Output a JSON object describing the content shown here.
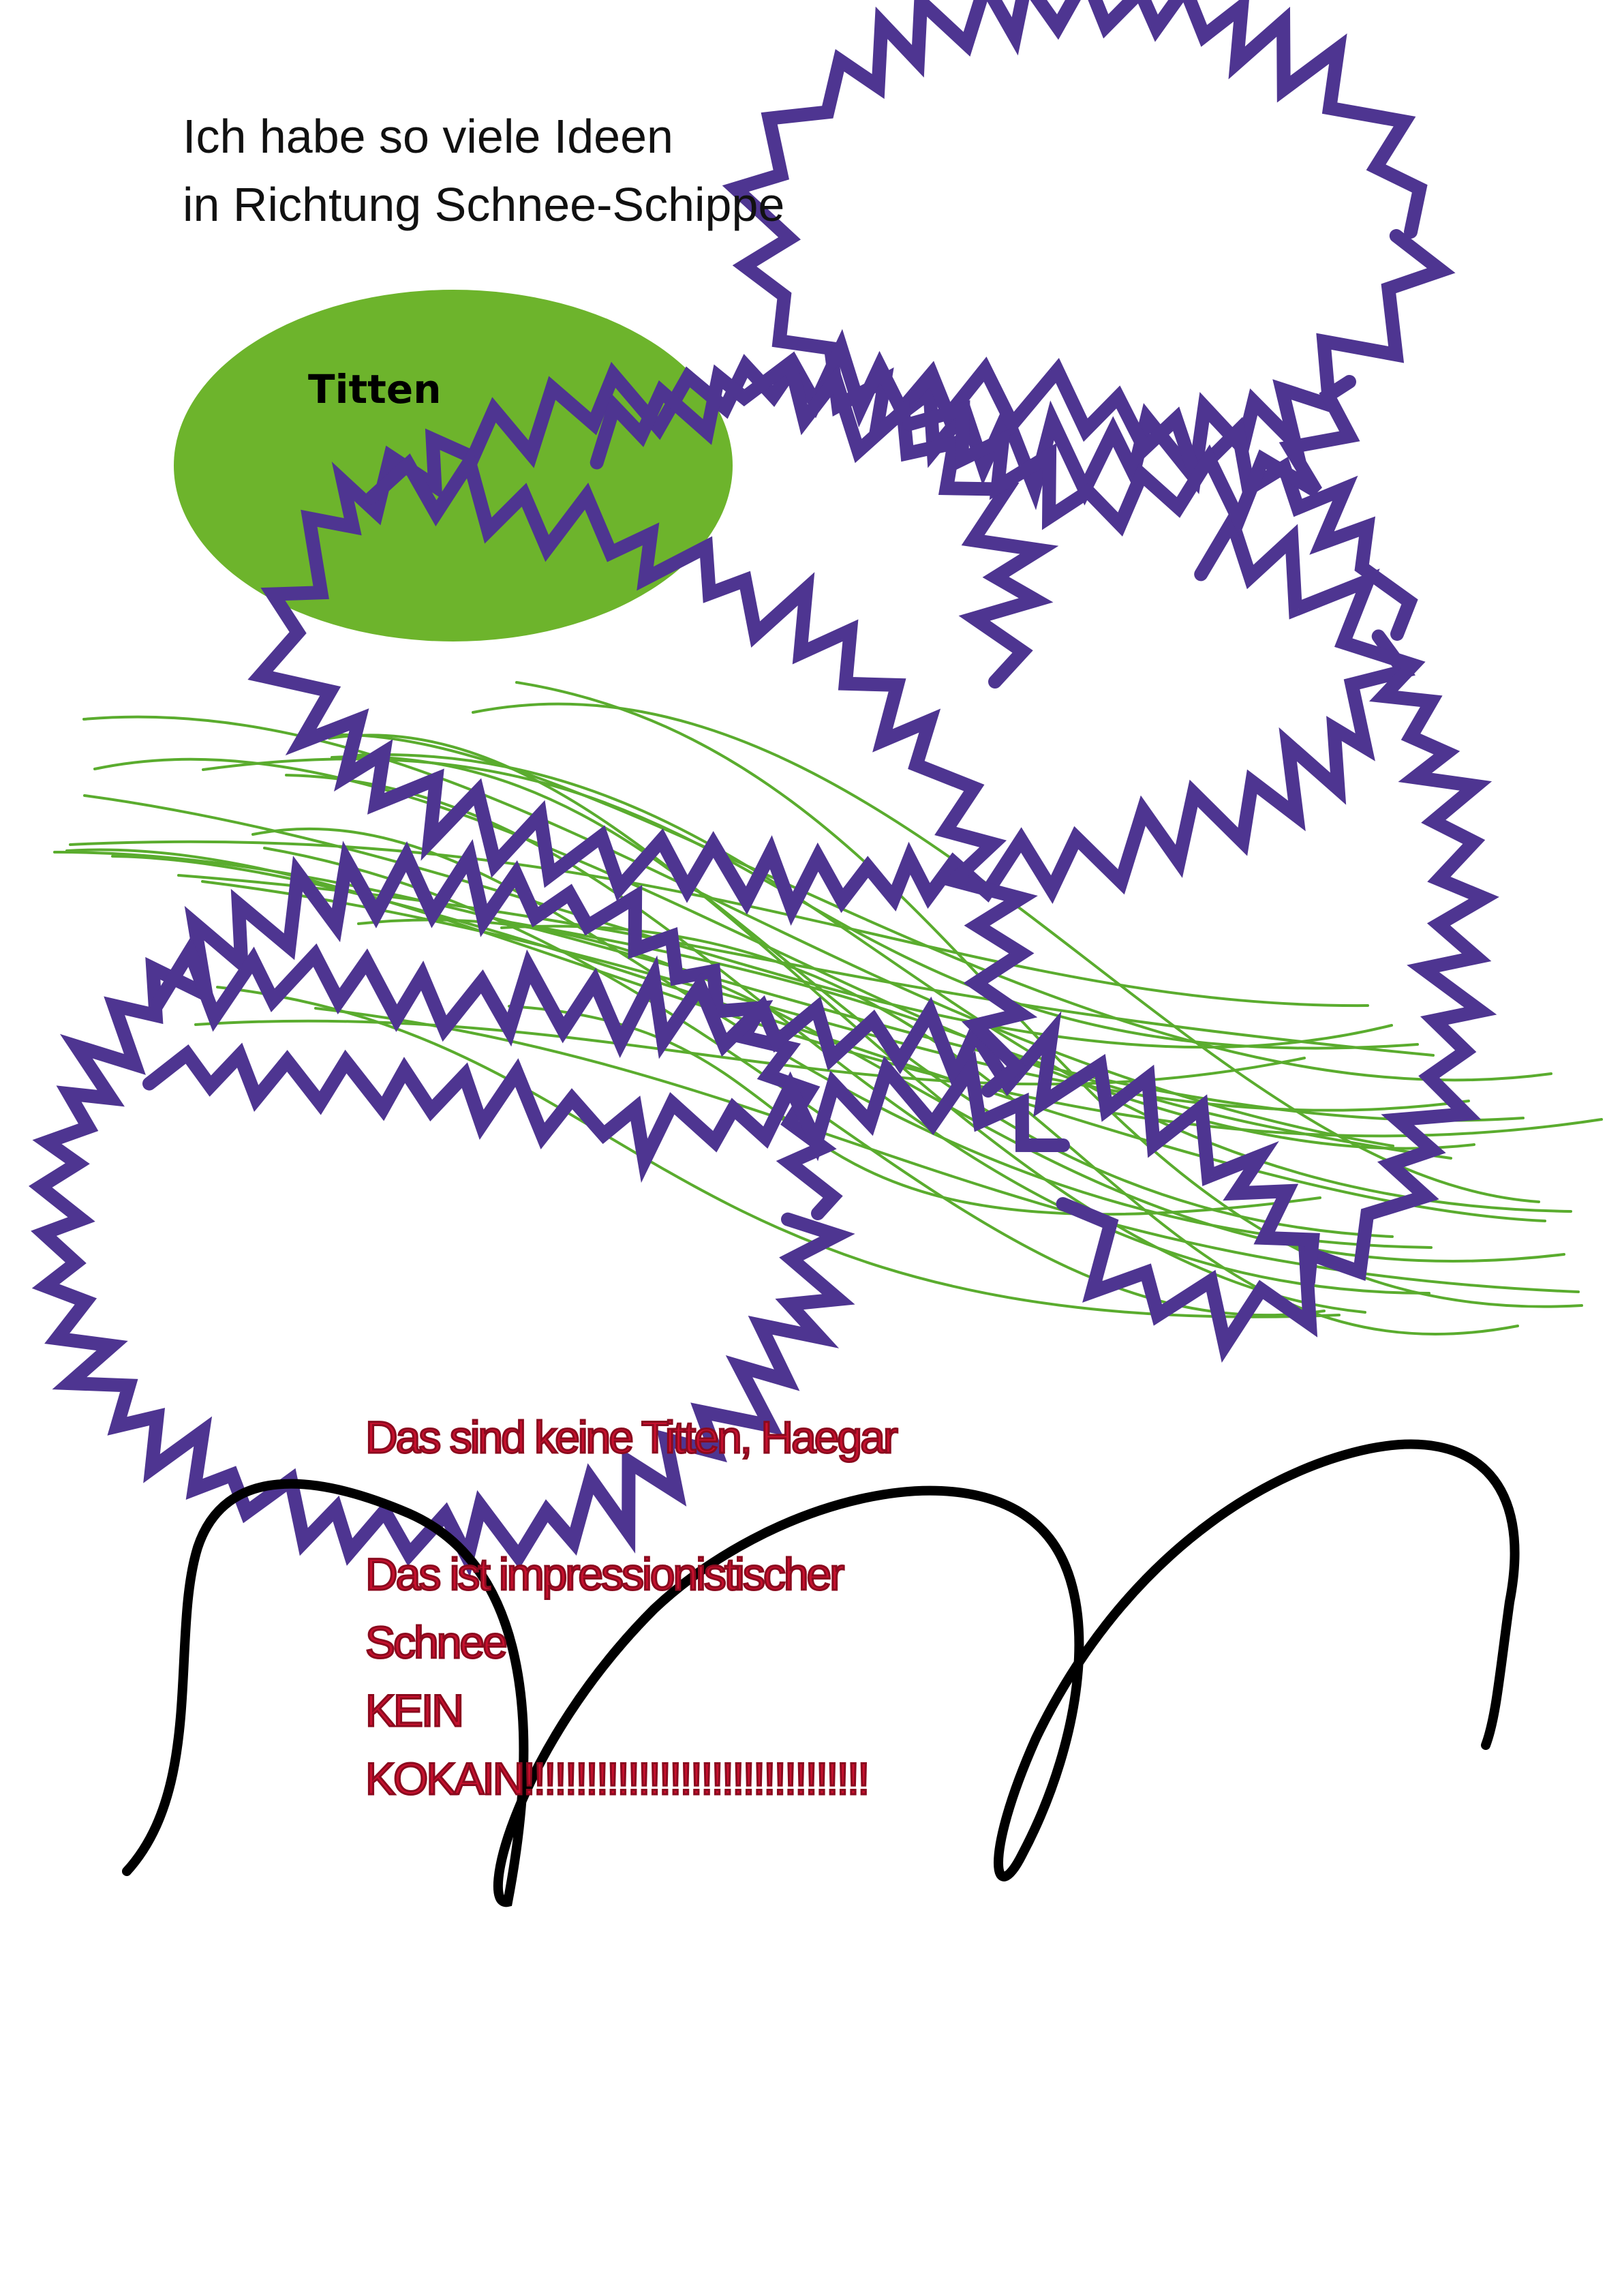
{
  "heading": {
    "line1": "Ich habe so viele Ideen",
    "line2": "in Richtung Schnee-Schippe"
  },
  "oval": {
    "label": "Titten",
    "color": "#6db42c"
  },
  "caption": {
    "line1": "Das sind keine Titten, Haegar",
    "line2": "Das ist impressionistischer",
    "line3": "Schnee",
    "line4": "KEIN",
    "line5": "KOKAIN!!!!!!!!!!!!!!!!!!!!!!!!!!!!!!!!!"
  },
  "colors": {
    "background": "#ffffff",
    "scribble_purple": "#4e3591",
    "scribble_green": "#5aac2e",
    "loop_black": "#000000",
    "caption_red": "#c8102e"
  }
}
